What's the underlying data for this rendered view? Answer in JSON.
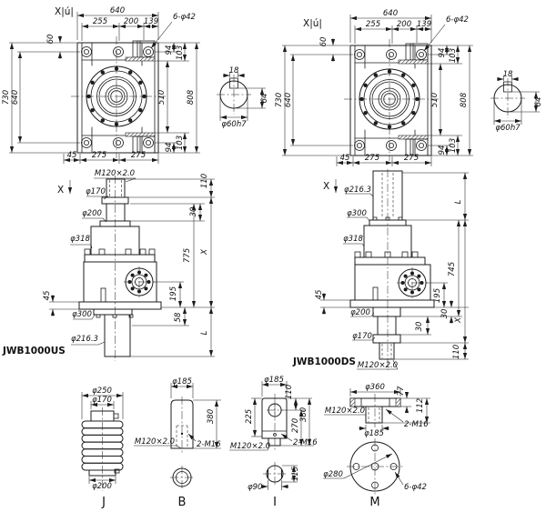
{
  "drawing": {
    "colors": {
      "line": "#1c1c1c",
      "background": "#ffffff"
    },
    "top_view": {
      "direction_label": "X|ú|",
      "width_total": "640",
      "col_a": "255",
      "col_b": "200",
      "col_c": "139",
      "offset_top": "60",
      "height_outer": "730",
      "height_inner": "640",
      "lug_top_a": "94",
      "lug_top_b": "103",
      "right_inner": "510",
      "right_outer": "808",
      "lug_bot_a": "94",
      "lug_bot_b": "103",
      "base_a": "45",
      "base_b": "275",
      "base_c": "275",
      "bolt_callout": "6-φ42"
    },
    "shaft_section": {
      "key_width": "18",
      "key_height": "64",
      "shaft_dia": "φ60h7"
    },
    "us_view": {
      "title": "JWB1000US",
      "direction_label": "X",
      "thread": "M120×2.0",
      "dia_170": "φ170",
      "dia_200": "φ200",
      "dia_318": "φ318",
      "dia_300": "φ300",
      "dia_216": "φ216.3",
      "dim_45": "45",
      "dim_110": "110",
      "dim_30": "30",
      "dim_x": "X",
      "dim_775": "775",
      "dim_195": "195",
      "dim_58": "58",
      "dim_l": "L"
    },
    "ds_view": {
      "title": "JWB1000DS",
      "direction_label": "X",
      "thread": "M120×2.0",
      "dia_216": "φ216.3",
      "dia_300": "φ300",
      "dia_318": "φ318",
      "dia_200": "φ200",
      "dia_170": "φ170",
      "dim_45": "45",
      "dim_l": "L",
      "dim_745": "745",
      "dim_195": "195",
      "dim_30_a": "30",
      "dim_x": "X",
      "dim_30_b": "30",
      "dim_110": "110"
    },
    "fittings": {
      "j": {
        "letter": "J",
        "dia_250": "φ250",
        "dia_170": "φ170",
        "dia_200": "φ200"
      },
      "b": {
        "letter": "B",
        "dia_185": "φ185",
        "dim_380": "380",
        "thread": "M120×2.0",
        "tap": "2-M16"
      },
      "i": {
        "letter": "I",
        "dia_185": "φ185",
        "dim_110": "110",
        "dim_225": "225",
        "dim_270": "270",
        "dim_380": "380",
        "thread": "M120×2.0",
        "tap": "2-M16",
        "dim_115": "115",
        "dia_90": "φ90"
      },
      "m": {
        "letter": "M",
        "dia_360": "φ360",
        "dim_77": "77",
        "dim_112": "112",
        "thread": "M120×2.0",
        "tap": "2-M16",
        "dia_185": "φ185",
        "dia_280": "φ280",
        "bolt_callout": "6-φ42"
      }
    }
  }
}
